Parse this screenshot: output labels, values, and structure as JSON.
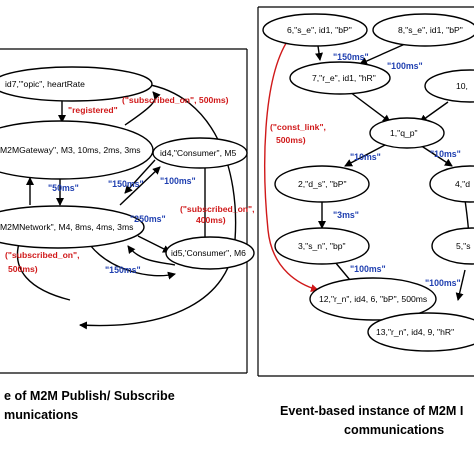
{
  "left_panel": {
    "nodes": {
      "id7": "id7,\"'opic\", heartRate",
      "gateway": "M2MGateway\", M3, 10ms, 2ms, 3ms",
      "network": "M2MNetwork\", M4, 8ms, 4ms, 3ms",
      "id4": "id4,\"Consumer\", M5",
      "id5": "id5,'Consumer\", M6"
    },
    "edge_labels": {
      "registered": "\"registered\"",
      "subscribed_on_500": "(\"subscribed_on\", 500ms)",
      "subscribed_on_400_line1": "(\"subscribed_on\",",
      "subscribed_on_400_line2": "400ms)",
      "subscribed_on_500b_line1": "(\"subscribed_on\",",
      "subscribed_on_500b_line2": "500ms)",
      "ms50": "\"50ms\"",
      "ms150a": "\"150ms\"",
      "ms100": "\"100ms\"",
      "ms250": "\"250ms\"",
      "ms150b": "\"150ms\""
    },
    "caption_line1": "e of M2M Publish/ Subscribe",
    "caption_line2": "munications"
  },
  "right_panel": {
    "nodes": {
      "n6": "6,\"s_e\", id1, \"bP\"",
      "n8": "8,\"s_e\", id1, \"bP\"",
      "n7": "7,\"r_e\", id1, \"hR\"",
      "n10": "10,",
      "n1": "1,\"q_p\"",
      "n2": "2,\"d_s\", \"bP\"",
      "n4": "4,\"d",
      "n3": "3,\"s_n\", \"bp\"",
      "n5": "5,\"s",
      "n12": "12,\"r_n\", id4, 6, \"bP\", 500ms",
      "n13": "13,\"r_n\", id4, 9, \"hR\""
    },
    "edge_labels": {
      "ms150": "\"150ms\"",
      "ms100a": "\"100ms\"",
      "ms10a": "\"10ms\"",
      "ms10b": "\"10ms\"",
      "ms3": "\"3ms\"",
      "ms100b": "\"100ms\"",
      "ms100c": "\"100ms\"",
      "const_link_line1": "(\"const_link\",",
      "const_link_line2": "500ms)"
    },
    "caption_line1": "Event-based instance of M2M I",
    "caption_line2": "communications"
  },
  "colors": {
    "edge_label_blue": "#1f3fb0",
    "edge_label_red": "#d0191a",
    "stroke": "#000000",
    "background": "#ffffff"
  }
}
